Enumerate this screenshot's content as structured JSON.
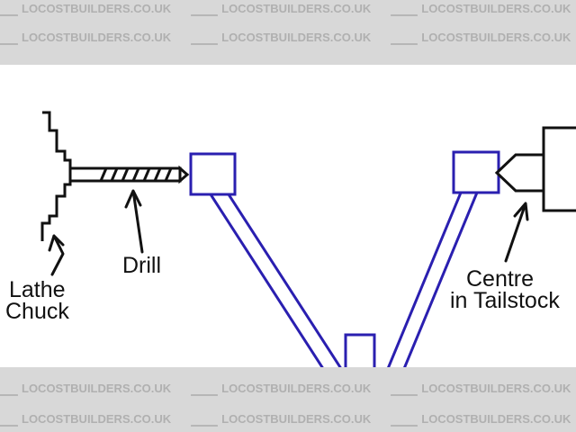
{
  "watermark": {
    "text": "LOCOSTBUILDERS.CO.UK"
  },
  "labels": {
    "drill": "Drill",
    "chuck_line1": "Lathe",
    "chuck_line2": "Chuck",
    "centre_line1": "Centre",
    "centre_line2": "in Tailstock"
  },
  "colors": {
    "frame": "#2a1fb0",
    "ink": "#111111",
    "watermark_band": "#d8d8d8"
  }
}
